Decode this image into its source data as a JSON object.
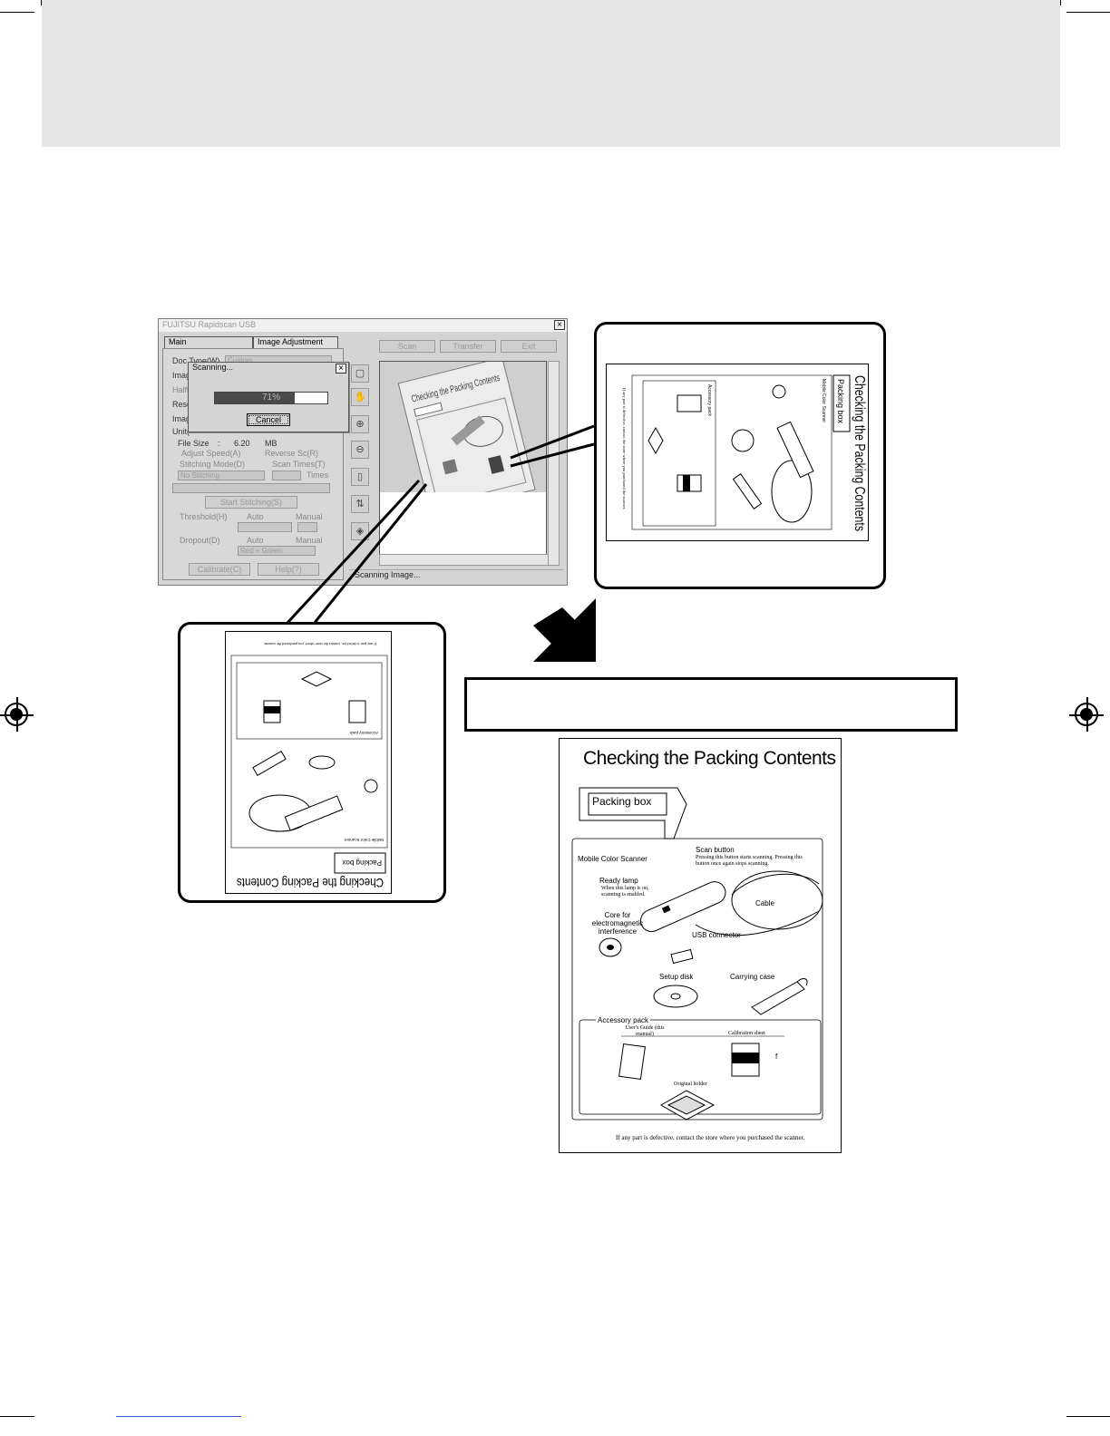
{
  "scanner_window": {
    "title": "FUJITSU Rapidscan USB",
    "close": "×",
    "tabs": [
      "Main",
      "Image Adjustment"
    ],
    "buttons": {
      "scan": "Scan",
      "transfer": "Transfer",
      "exit": "Exit"
    },
    "fields": {
      "doc_type_label": "Doc Type(W)",
      "doc_type_value": "Custom",
      "image_label": "Imag",
      "halftone_label": "Halft",
      "resolution_label": "Reso",
      "image2_label": "Imag",
      "unit_label": "Unit(",
      "file_size_label": "File Size",
      "file_size_value": "6.20",
      "file_size_unit": "MB",
      "adjust_speed": "Adjust Speed(A)",
      "reverse_scan": "Reverse Sc(R)",
      "stitching_label": "Stitching Mode(D)",
      "scan_times_label": "Scan Times(T)",
      "stitching_value": "No Stitching",
      "times": "Times",
      "start_stitching": "Start Stitching(S)",
      "threshold_label": "Threshold(H)",
      "auto": "Auto",
      "manual": "Manual",
      "dropout_label": "Dropout(D)",
      "dropout_value": "Red + Green",
      "calibrate": "Calibrate(C)",
      "help": "Help(?)"
    },
    "status": "Scanning Image...",
    "progress_dialog": {
      "title": "Scanning...",
      "percent_text": "71%",
      "progress": 0.71,
      "cancel": "Cancel"
    }
  },
  "packing_page": {
    "title": "Checking the Packing Contents",
    "packing_box": "Packing box",
    "scanner_name": "Mobile Color Scanner",
    "scan_button": "Scan button",
    "scan_button_desc": "Pressing this button starts scanning.  Pressing this button once again stops scanning.",
    "ready_lamp": "Ready lamp",
    "ready_lamp_desc": "When this lamp is on, scanning is enabled.",
    "core": "Core for electromagnetic interference",
    "cable": "Cable",
    "usb": "USB connector",
    "setup_disk": "Setup disk",
    "carrying_case": "Carrying case",
    "accessory_pack": "Accessory pack",
    "users_guide": "User's Guide (this manual)",
    "calibration_sheet": "Calibration sheet",
    "calibration_mark": "f",
    "original_holder": "Original holder",
    "footer": "If any part is defective, contact the store where you purchased the scanner."
  }
}
